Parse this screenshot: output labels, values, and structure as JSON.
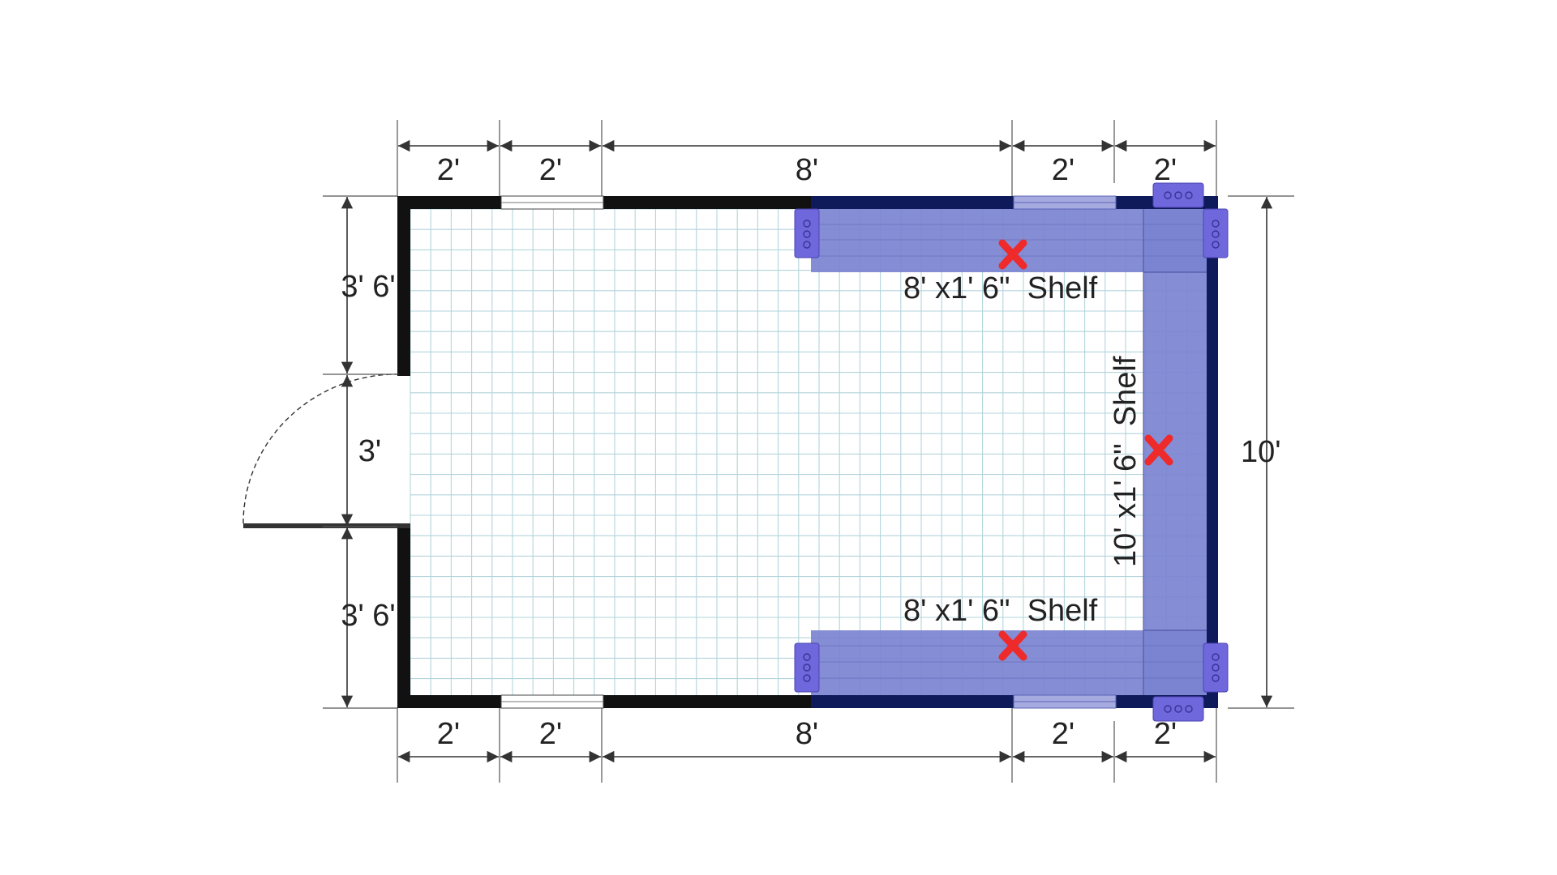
{
  "dimensions": {
    "top": [
      "2'",
      "2'",
      "8'",
      "2'",
      "2'"
    ],
    "bottom": [
      "2'",
      "2'",
      "8'",
      "2'",
      "2'"
    ],
    "left": [
      "3' 6'",
      "3'",
      "3' 6'"
    ],
    "right": "10'"
  },
  "shelves": {
    "top_label": "8' x1' 6\"  Shelf",
    "bottom_label": "8' x1' 6\"  Shelf",
    "right_label": "10' x1' 6\"  Shelf"
  },
  "colors": {
    "wall": "#111111",
    "wall_navy": "#0f1a5a",
    "shelf_fill": "#7b83d0",
    "bracket": "#6f67dc",
    "marker": "#ee2a2a",
    "grid": "#b3d4dc"
  },
  "icons": [
    "bracket-icon",
    "x-mark-icon",
    "door-swing-icon",
    "window-icon"
  ]
}
